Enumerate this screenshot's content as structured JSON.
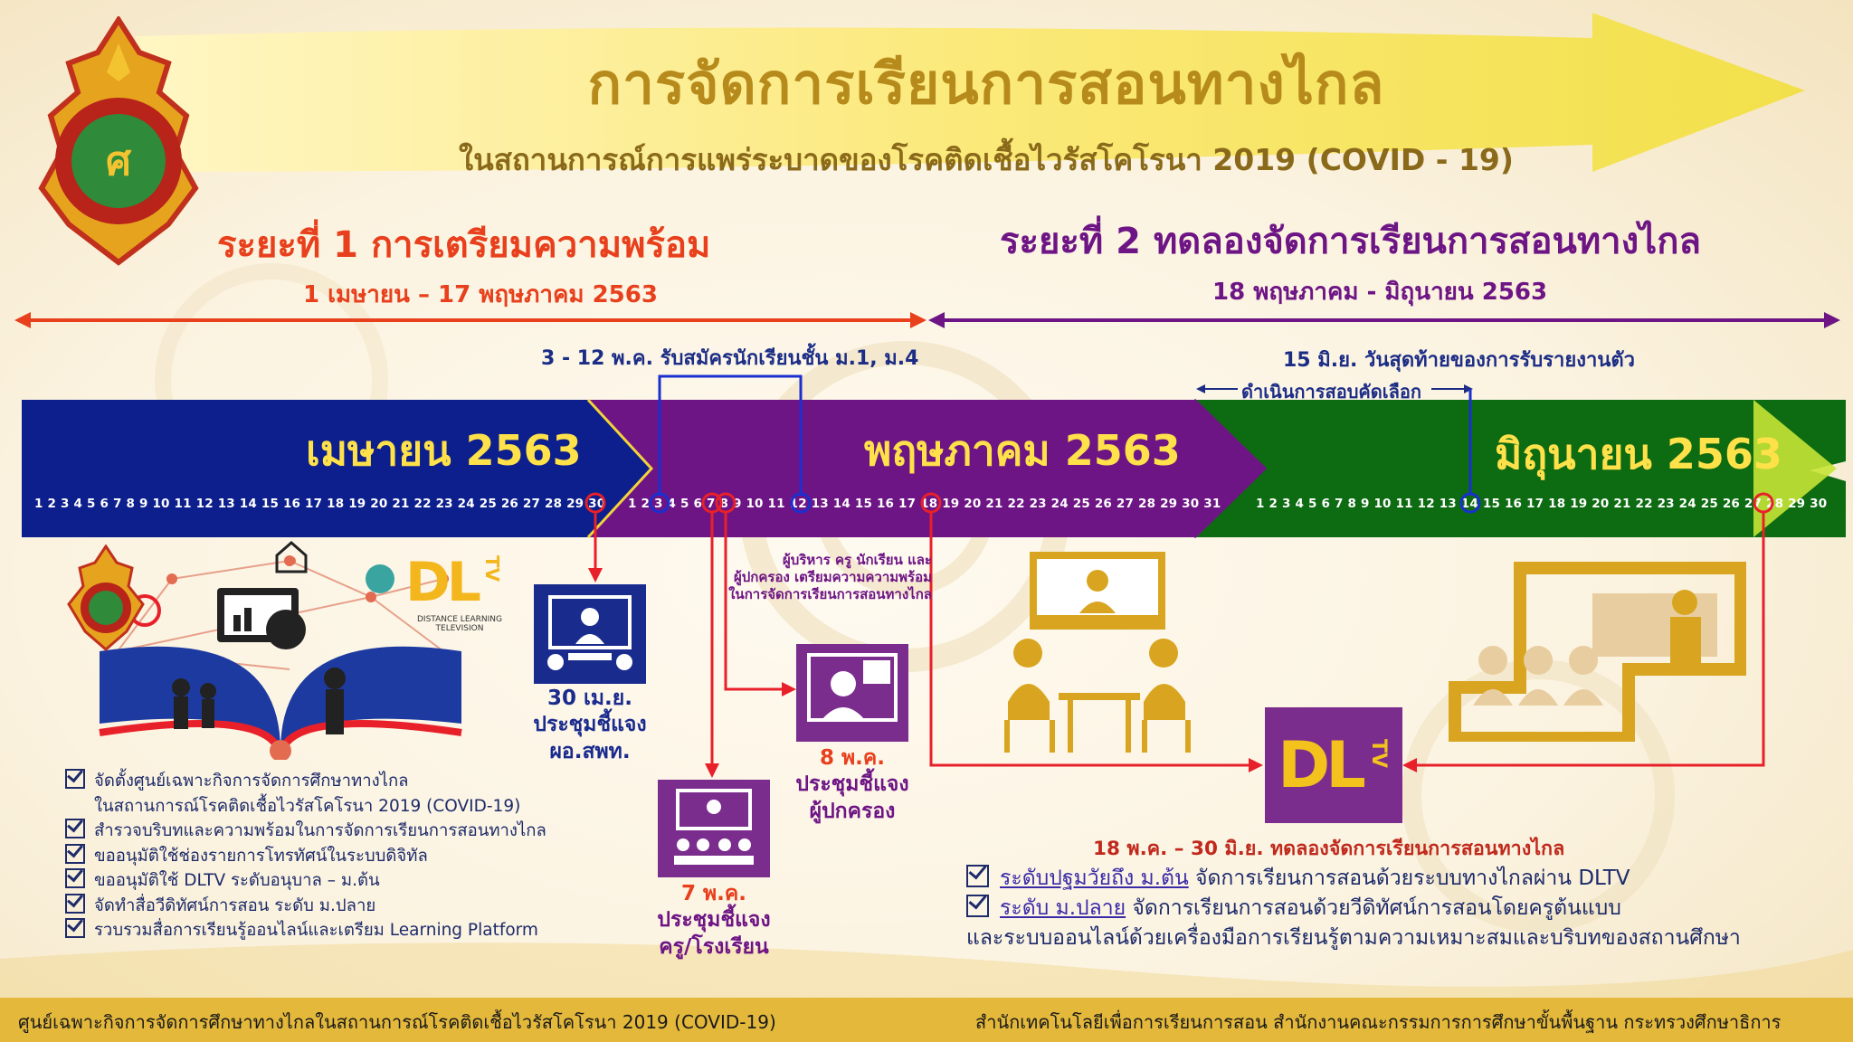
{
  "header": {
    "title": "การจัดการเรียนการสอนทางไกล",
    "subtitle": "ในสถานการณ์การแพร่ระบาดของโรคติดเชื้อไวรัสโคโรนา 2019 (COVID - 19)"
  },
  "phase1": {
    "title": "ระยะที่ 1 การเตรียมความพร้อม",
    "dates": "1 เมษายน – 17 พฤษภาคม 2563"
  },
  "phase2": {
    "title": "ระยะที่ 2 ทดลองจัดการเรียนการสอนทางไกล",
    "dates": "18 พฤษภาคม - มิถุนายน 2563"
  },
  "notes": {
    "enroll": "3 - 12 พ.ค. รับสมัครนักเรียนชั้น ม.1, ม.4",
    "report": "15 มิ.ย. วันสุดท้ายของการรับรายงานตัว",
    "select": "ดำเนินการสอบคัดเลือก"
  },
  "months": [
    {
      "name": "เมษายน 2563",
      "days": "1 2 3 4 5 6 7 8 9 10 11 12 13 14 15 16 17 18 19 20 21 22 23 24 25 26 27 28 29 30",
      "color": "#0d1f8c"
    },
    {
      "name": "พฤษภาคม 2563",
      "days": "1 2 3 4 5 6 7 8 9 10 11 12 13 14 15 16 17 18 19 20 21 22 23 24 25 26 27 28 29 30 31",
      "color": "#6e1585"
    },
    {
      "name": "มิถุนายน 2563",
      "days": "1 2 3 4 5 6 7 8 9 10 11 12 13 14 15 16 17 18 19 20 21 22 23 24 25 26 27 28 29 30",
      "color": "#0d6b12"
    }
  ],
  "events": {
    "apr30": {
      "date": "30 เม.ย.",
      "line1": "ประชุมชี้แจง",
      "line2": "ผอ.สพท."
    },
    "may7": {
      "date": "7 พ.ค.",
      "line1": "ประชุมชี้แจง",
      "line2": "ครู/โรงเรียน"
    },
    "may8": {
      "date": "8 พ.ค.",
      "line1": "ประชุมชี้แจง",
      "line2": "ผู้ปกครอง"
    },
    "prep_line1": "ผู้บริหาร ครู นักเรียน และ",
    "prep_line2": "ผู้ปกครอง เตรียมความความพร้อม",
    "prep_line3": "ในการจัดการเรียนการสอนทางไกล"
  },
  "dltv": {
    "logo": "DL",
    "tv": "TV",
    "caption1": "DISTANCE LEARNING",
    "caption2": "TELEVISION"
  },
  "checklist": [
    "จัดตั้งศูนย์เฉพาะกิจการจัดการศึกษาทางไกล",
    "ในสถานการณ์โรคติดเชื้อไวรัสโคโรนา 2019 (COVID-19)",
    "สำรวจบริบทและความพร้อมในการจัดการเรียนการสอนทางไกล",
    "ขออนุมัติใช้ช่องรายการโทรทัศน์ในระบบดิจิทัล",
    "ขออนุมัติใช้ DLTV ระดับอนุบาล – ม.ต้น",
    "จัดทำสื่อวีดิทัศน์การสอน ระดับ ม.ปลาย",
    "รวบรวมสื่อการเรียนรู้ออนไลน์และเตรียม Learning Platform"
  ],
  "trial": {
    "title": "18 พ.ค. – 30 มิ.ย. ทดลองจัดการเรียนการสอนทางไกล",
    "item1_level": "ระดับปฐมวัยถึง ม.ต้น",
    "item1_text": " จัดการเรียนการสอนด้วยระบบทางไกลผ่าน DLTV",
    "item2_level": "ระดับ ม.ปลาย",
    "item2_text": " จัดการเรียนการสอนด้วยวีดิทัศน์การสอนโดยครูต้นแบบ",
    "item2_cont": "และระบบออนไลน์ด้วยเครื่องมือการเรียนรู้ตามความเหมาะสมและบริบทของสถานศึกษา"
  },
  "footer": {
    "left": "ศูนย์เฉพาะกิจการจัดการศึกษาทางไกลในสถานการณ์โรคติดเชื้อไวรัสโคโรนา 2019 (COVID-19)",
    "right": "สำนักเทคโนโลยีเพื่อการเรียนการสอน  สำนักงานคณะกรรมการการศึกษาขั้นพื้นฐาน  กระทรวงศึกษาธิการ"
  },
  "colors": {
    "phase1": "#e8401c",
    "phase2": "#6e1585",
    "event_red": "#e8202a",
    "event_blue": "#1a2fd0",
    "gold": "#d9a520"
  }
}
